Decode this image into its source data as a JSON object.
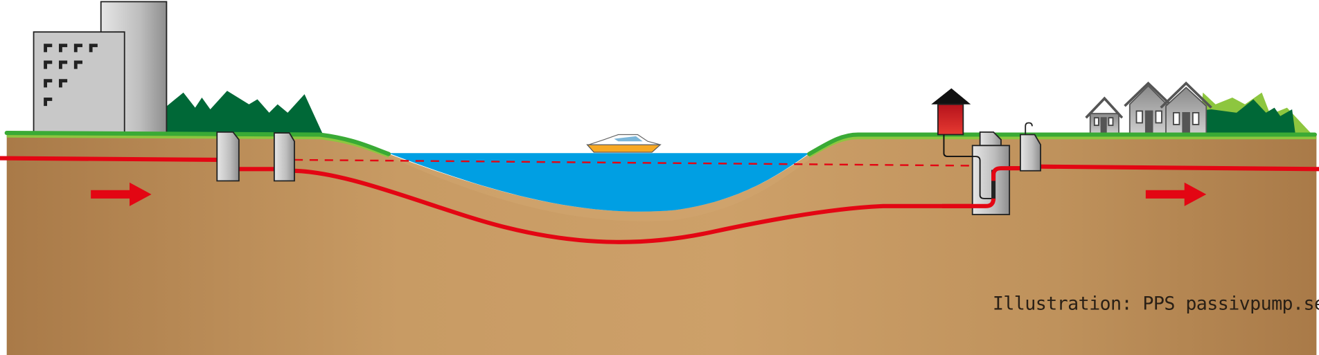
{
  "credit": "Illustration: PPS passivpump.se",
  "colors": {
    "soil_dark": "#a97a48",
    "soil_light": "#cda069",
    "grass": "#3aaa35",
    "grass_light": "#8dc63f",
    "forest": "#006837",
    "water": "#009fe3",
    "pipe": "#e30613",
    "concrete": "#c8c8c8",
    "vent_red": "#c1272d"
  },
  "icons": [
    "flow-arrow-right",
    "boat",
    "building",
    "house",
    "pump-chamber",
    "vent-house",
    "valve-chamber"
  ]
}
